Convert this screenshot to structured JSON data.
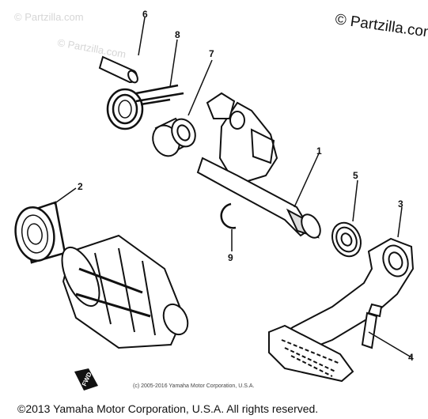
{
  "watermark": "© Partzilla.com",
  "brand_mark": "© Partzilla.com",
  "fwd_label": "FWD",
  "copyright_small": "(c) 2005-2016 Yamaha Motor Corporation, U.S.A.",
  "copyright_footer": "©2013 Yamaha Motor Corporation, U.S.A. All rights reserved.",
  "callouts": [
    {
      "id": "1",
      "label": "1"
    },
    {
      "id": "2",
      "label": "2"
    },
    {
      "id": "3",
      "label": "3"
    },
    {
      "id": "4",
      "label": "4"
    },
    {
      "id": "5",
      "label": "5"
    },
    {
      "id": "6",
      "label": "6"
    },
    {
      "id": "7",
      "label": "7"
    },
    {
      "id": "8",
      "label": "8"
    },
    {
      "id": "9",
      "label": "9"
    }
  ]
}
